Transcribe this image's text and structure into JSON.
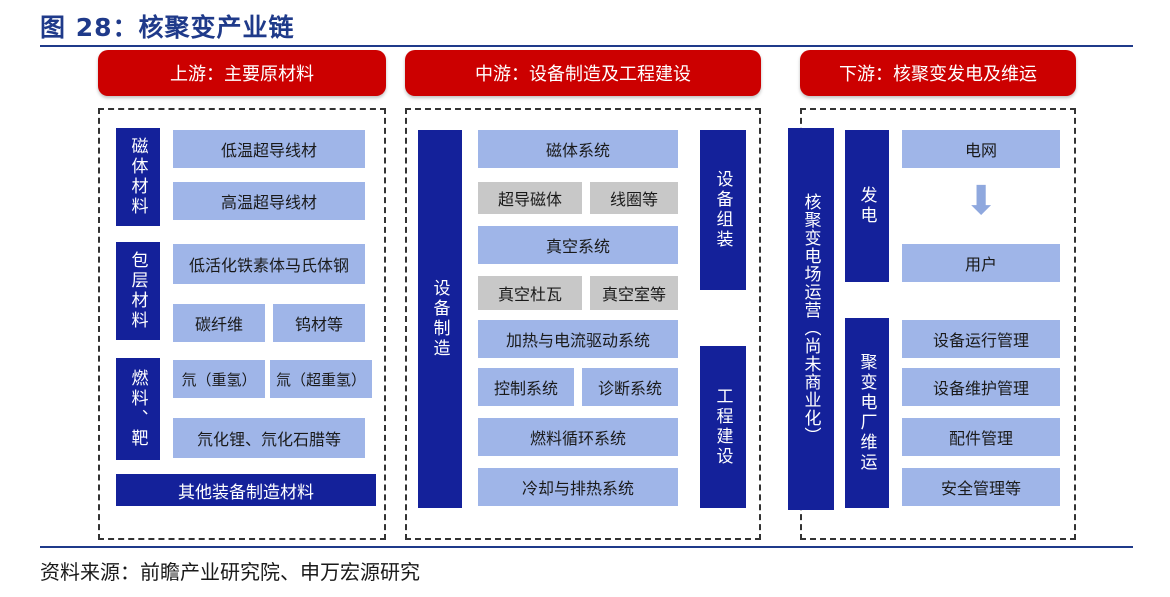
{
  "title": "图 28：核聚变产业链",
  "headers": {
    "upstream": "上游：主要原材料",
    "midstream": "中游：设备制造及工程建设",
    "downstream": "下游：核聚变发电及维运"
  },
  "upstream": {
    "magnet_material": {
      "label": "磁体材料",
      "items": [
        "低温超导线材",
        "高温超导线材"
      ]
    },
    "cladding_material": {
      "label": "包层材料",
      "items": [
        "低活化铁素体马氏体钢",
        "碳纤维",
        "钨材等"
      ]
    },
    "fuel_target": {
      "label": "燃料、靶",
      "items": [
        "氘（重氢）",
        "氚（超重氢）",
        "氘化锂、氘化石腊等"
      ]
    },
    "other": "其他装备制造材料"
  },
  "midstream": {
    "equipment_manufacturing": "设备制造",
    "equipment_assembly": "设备组装",
    "engineering_construction": "工程建设",
    "systems": {
      "magnet_system": "磁体系统",
      "superconducting_magnet": "超导磁体",
      "coils": "线圈等",
      "vacuum_system": "真空系统",
      "vacuum_dewar": "真空杜瓦",
      "vacuum_chamber": "真空室等",
      "heating_drive": "加热与电流驱动系统",
      "control_system": "控制系统",
      "diagnostic_system": "诊断系统",
      "fuel_cycle": "燃料循环系统",
      "cooling_heat": "冷却与排热系统"
    }
  },
  "downstream": {
    "operation_label": "核聚变电场运营（尚未商业化）",
    "generation": {
      "label": "发电",
      "grid": "电网",
      "users": "用户"
    },
    "plant_operation": {
      "label": "聚变电厂维运",
      "items": [
        "设备运行管理",
        "设备维护管理",
        "配件管理",
        "安全管理等"
      ]
    }
  },
  "source": "资料来源：前瞻产业研究院、申万宏源研究",
  "colors": {
    "title_blue": "#1f3a8a",
    "header_red": "#cc0000",
    "dark_blue": "#14219a",
    "light_blue": "#9fb5e8",
    "gray": "#c8c8c8"
  },
  "icons": [
    "arrow-down-icon"
  ]
}
